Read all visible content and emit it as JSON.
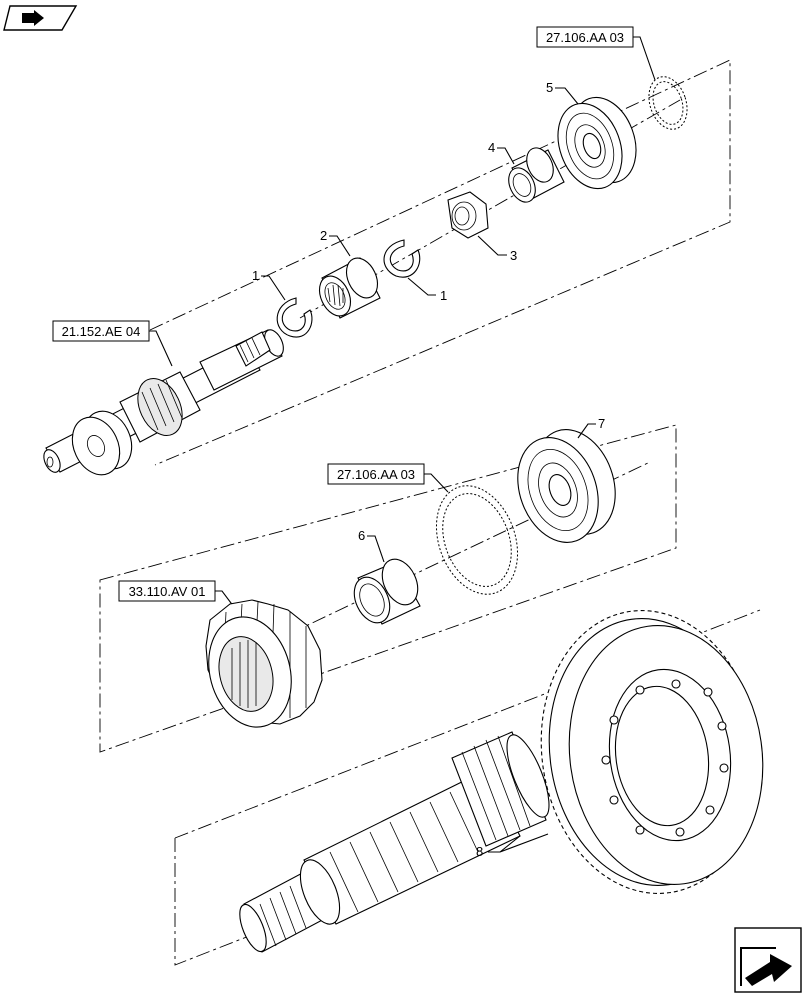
{
  "references": {
    "shaft_group": "21.152.AE 04",
    "bearing_ring_top": "27.106.AA 03",
    "bearing_ring_middle": "27.106.AA 03",
    "gear_group": "33.110.AV 01"
  },
  "callouts": {
    "snap_ring_left": "1",
    "snap_ring_right": "1",
    "needle_bearing": "2",
    "nut": "3",
    "bushing": "4",
    "bearing_top": "5",
    "bushing_lower": "6",
    "bearing_lower": "7",
    "bevel_gear_set": "8"
  },
  "icons": {
    "top_left": "book-arrow-icon",
    "bottom_right": "next-page-arrow-icon"
  }
}
